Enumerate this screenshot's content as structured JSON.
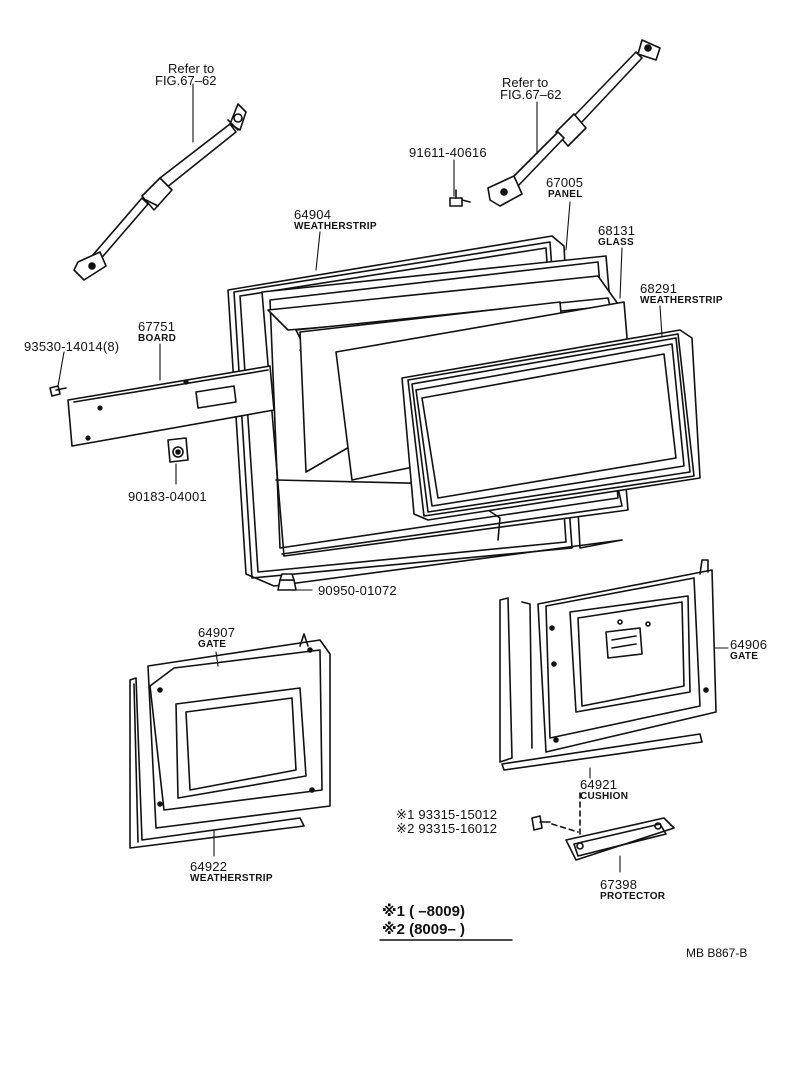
{
  "diagram_code": "MB  B867-B",
  "references": {
    "left": [
      "Refer to",
      "FIG.67–62"
    ],
    "right": [
      "Refer to",
      "FIG.67–62"
    ]
  },
  "parts": [
    {
      "number": "91611-40616",
      "name": ""
    },
    {
      "number": "67005",
      "name": "PANEL"
    },
    {
      "number": "64904",
      "name": "WEATHERSTRIP"
    },
    {
      "number": "68131",
      "name": "GLASS"
    },
    {
      "number": "68291",
      "name": "WEATHERSTRIP"
    },
    {
      "number": "67751",
      "name": "BOARD"
    },
    {
      "number": "93530-14014(8)",
      "name": ""
    },
    {
      "number": "90183-04001",
      "name": ""
    },
    {
      "number": "90950-01072",
      "name": ""
    },
    {
      "number": "64907",
      "name": "GATE"
    },
    {
      "number": "64906",
      "name": "GATE"
    },
    {
      "number": "64921",
      "name": "CUSHION"
    },
    {
      "number": "64922",
      "name": "WEATHERSTRIP"
    },
    {
      "number": "67398",
      "name": "PROTECTOR"
    }
  ],
  "bolt_variants": [
    "※1 93315-15012",
    "※2 93315-16012"
  ],
  "notes": [
    "※1 (        –8009)",
    "※2 (8009–        )"
  ]
}
